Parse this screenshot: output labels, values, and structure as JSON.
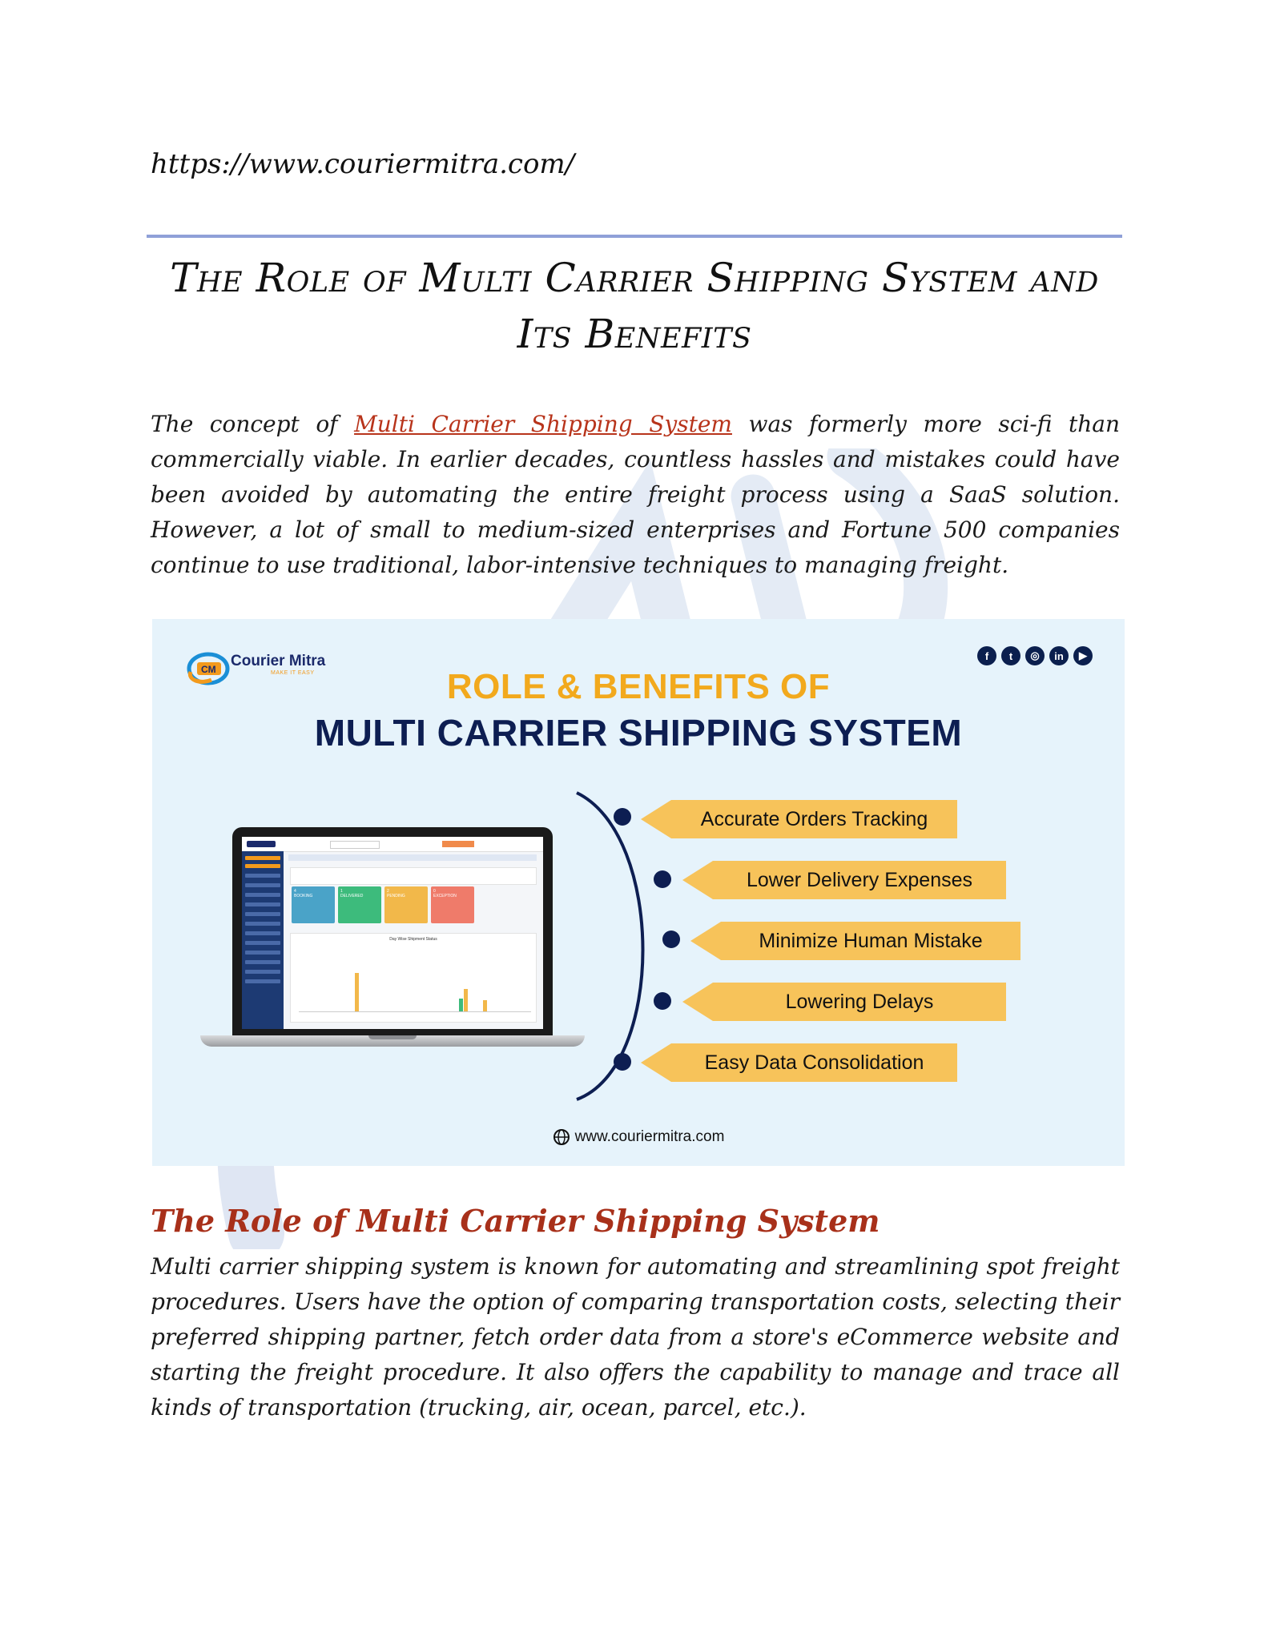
{
  "header": {
    "url": "https://www.couriermitra.com/"
  },
  "title": {
    "line1": "The Role of Multi Carrier Shipping System and",
    "line2": "Its Benefits"
  },
  "intro": {
    "before_link": "The concept of ",
    "link_text": "Multi Carrier Shipping System",
    "after_link": " was formerly more sci-fi than commercially viable. In earlier decades, countless hassles and mistakes could have been avoided by automating the entire freight process using a SaaS solution. However, a lot of small to medium-sized enterprises and Fortune 500 companies continue to use traditional, labor-intensive techniques to managing freight."
  },
  "banner": {
    "logo_name": "Courier Mitra",
    "logo_tagline": "MAKE IT EASY",
    "logo_badge": "CM",
    "title_line1": "ROLE & BENEFITS OF",
    "title_line2": "MULTI CARRIER SHIPPING SYSTEM",
    "benefits": [
      "Accurate Orders Tracking",
      "Lower Delivery Expenses",
      "Minimize Human Mistake",
      "Lowering Delays",
      "Easy Data Consolidation"
    ],
    "website": "www.couriermitra.com",
    "social_icons": [
      "facebook-icon",
      "twitter-icon",
      "instagram-icon",
      "linkedin-icon",
      "youtube-icon"
    ],
    "laptop_tiles": [
      {
        "count": "4",
        "label": "BOOKING",
        "color": "#4aa3c8"
      },
      {
        "count": "1",
        "label": "DELIVERED",
        "color": "#3dbb7c"
      },
      {
        "count": "2",
        "label": "PENDING",
        "color": "#f2b84a"
      },
      {
        "count": "0",
        "label": "EXCEPTION",
        "color": "#ef7b6a"
      }
    ],
    "laptop_chart_title": "Day Wise Shipment Status",
    "colors": {
      "title_orange": "#f2a91d",
      "title_navy": "#0d1e52",
      "pill": "#f7c35a",
      "background": "#e6f3fb"
    }
  },
  "section": {
    "heading": "The Role of Multi Carrier Shipping System",
    "body": "Multi carrier shipping system is known for automating and streamlining spot freight procedures. Users have the option of comparing transportation costs, selecting their preferred shipping partner, fetch order data from a store's eCommerce website and starting the freight procedure. It also offers the capability to manage and trace all kinds of transportation (trucking, air, ocean, parcel, etc.)."
  },
  "colors": {
    "link": "#b8341b",
    "heading": "#a8301a",
    "rule": "#8fa0d8"
  }
}
